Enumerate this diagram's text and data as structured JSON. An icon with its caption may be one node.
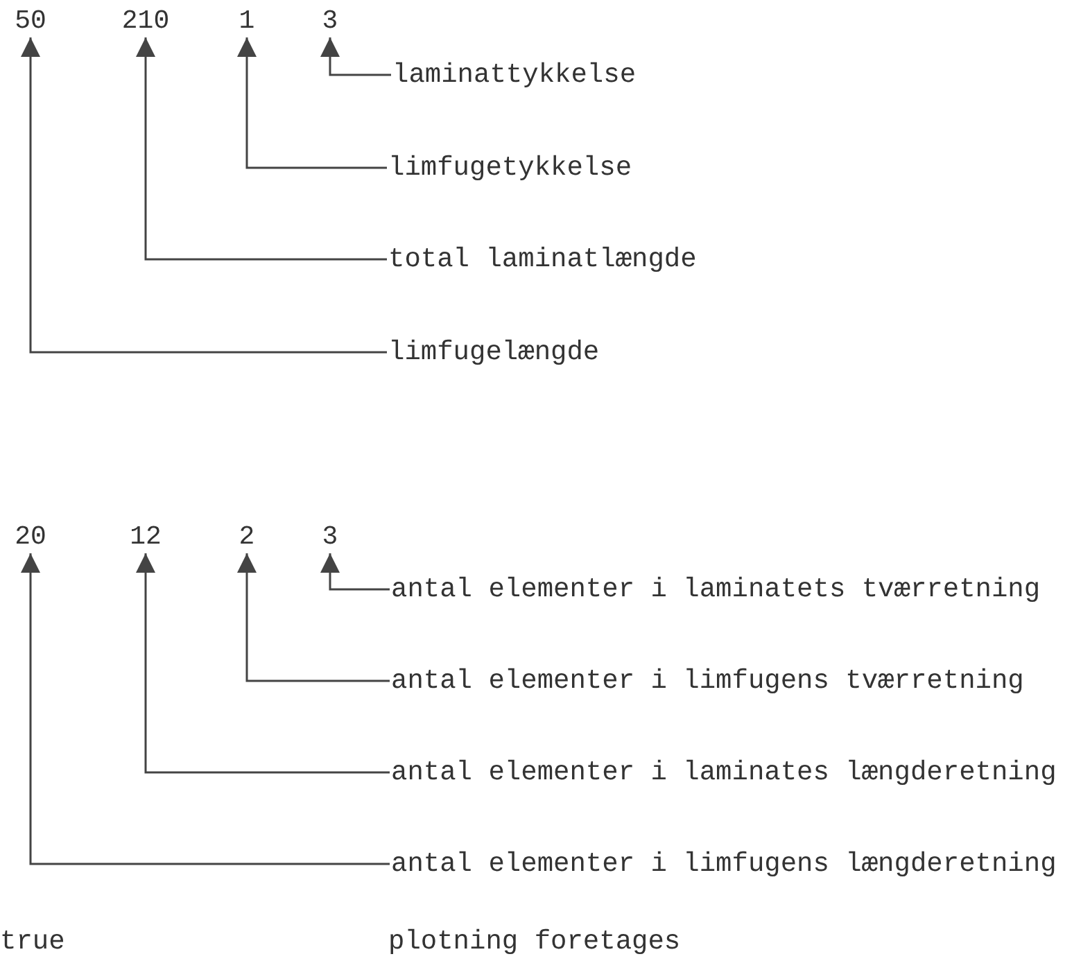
{
  "diagram": {
    "nodes": [
      {
        "text": [
          "50"
        ]
      },
      {
        "text": [
          "210"
        ]
      },
      {
        "text": [
          "1"
        ]
      },
      {
        "text": [
          "3"
        ]
      },
      {
        "text": [
          "laminattykkelse"
        ]
      },
      {
        "text": [
          "limfugetykkelse"
        ]
      },
      {
        "text": [
          "total laminatlængde"
        ]
      },
      {
        "text": [
          "limfugelængde"
        ]
      },
      {
        "text": [
          "20"
        ]
      },
      {
        "text": [
          "12"
        ]
      },
      {
        "text": [
          "2"
        ]
      },
      {
        "text": [
          "3"
        ]
      },
      {
        "text": [
          "antal elementer i laminatets tværretning"
        ]
      },
      {
        "text": [
          "antal elementer i limfugens tværretning"
        ]
      },
      {
        "text": [
          "antal elementer i laminates længderetning"
        ]
      },
      {
        "text": [
          "antal elementer i limfugens længderetning"
        ]
      }
    ],
    "edges": [
      {
        "from": 4,
        "to": 3,
        "arrow": "to"
      },
      {
        "from": 5,
        "to": 2,
        "arrow": "to"
      },
      {
        "from": 6,
        "to": 1,
        "arrow": "to"
      },
      {
        "from": 7,
        "to": 0,
        "arrow": "to"
      },
      {
        "from": 12,
        "to": 11,
        "arrow": "to"
      },
      {
        "from": 13,
        "to": 10,
        "arrow": "to"
      },
      {
        "from": 14,
        "to": 9,
        "arrow": "to"
      },
      {
        "from": 15,
        "to": 8,
        "arrow": "to"
      }
    ],
    "labels": [
      "true",
      "plotning foretages"
    ]
  }
}
